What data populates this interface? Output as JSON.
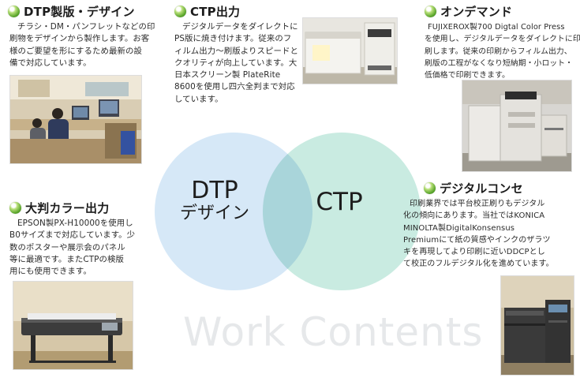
{
  "sections": {
    "dtp": {
      "title": "DTP製版・デザイン",
      "lines": [
        "チラシ・DM・パンフレットなどの印",
        "刷物をデザインから製作します。お客",
        "様のご要望を形にするため最新の設",
        "備で対応しています。"
      ]
    },
    "ctp": {
      "title": "CTP出力",
      "lines": [
        "デジタルデータをダイレクトに",
        "PS版に焼き付けます。従来のフ",
        "ィルム出力～刷版よりスピードと",
        "クオリティが向上しています。大",
        "日本スクリーン製 PlateRite",
        "8600を使用し四六全判まで対応",
        "しています。"
      ]
    },
    "ondemand": {
      "title": "オンデマンド",
      "lines": [
        "FUJIXEROX製700 Digtal Color Press",
        "を使用し、デジタルデータをダイレクトに印",
        "刷します。従来の印刷からフィルム出力、",
        "刷版の工程がなくなり短納期・小ロット・",
        "低価格で印刷できます。"
      ]
    },
    "largeformat": {
      "title": "大判カラー出力",
      "lines": [
        "EPSON製PX-H10000を使用し",
        "B0サイズまで対応しています。少",
        "数のポスターや展示会のパネル",
        "等に最適です。またCTPの検版",
        "用にも使用できます。"
      ]
    },
    "digitalproof": {
      "title": "デジタルコンセ",
      "lines": [
        "印刷業界では平台校正刷りもデジタル",
        "化の傾向にあります。当社ではKONICA",
        "MINOLTA製DigitalKonsensus",
        "Premiumにて紙の質感やインクのザラツ",
        "キを再現してより印刷に近いDDCPとし",
        "て校正のフルデジタル化を進めています。"
      ]
    }
  },
  "venn": {
    "left_line1": "DTP",
    "left_line2": "デザイン",
    "right": "CTP",
    "left_color": "#d6e8f7",
    "right_color": "#c9ebe1",
    "overlap_color": "#c3e3e9"
  },
  "watermark": "Work Contents",
  "colors": {
    "bullet": "#5aa52b"
  }
}
